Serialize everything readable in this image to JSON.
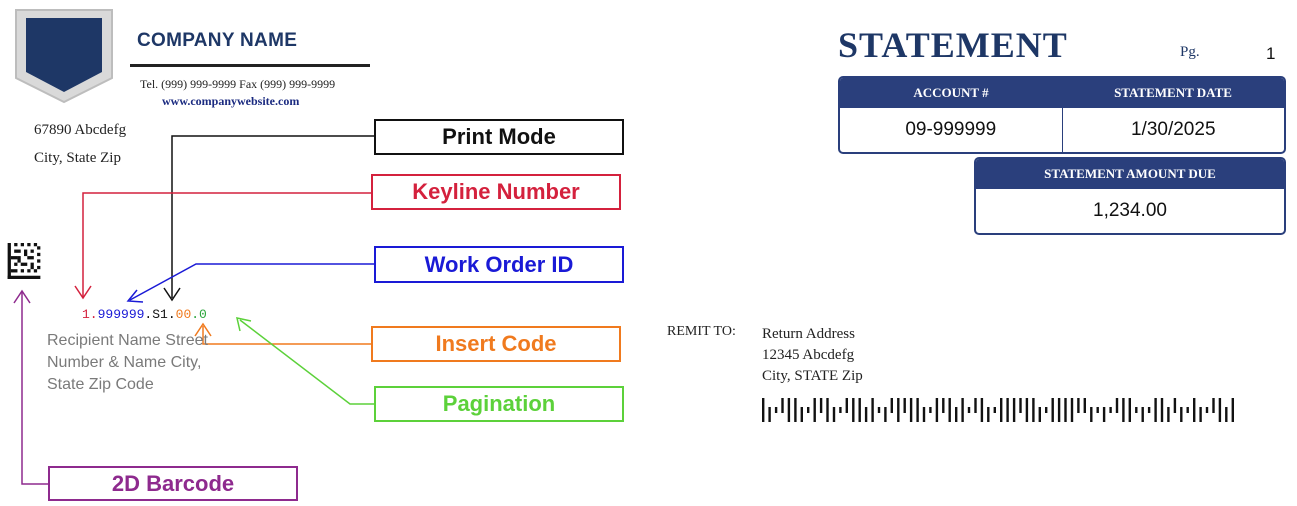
{
  "company": {
    "name": "COMPANY NAME",
    "phone_fax": "Tel. (999) 999-9999 Fax (999) 999-9999",
    "website": "www.companywebsite.com",
    "address_line1": "67890 Abcdefg",
    "address_line2": "City, State Zip",
    "logo_color": "#1e3766"
  },
  "callouts": {
    "print_mode": "Print Mode",
    "keyline_number": "Keyline Number",
    "work_order_id": "Work Order ID",
    "insert_code": "Insert Code",
    "pagination": "Pagination",
    "barcode_2d": "2D Barcode"
  },
  "callout_colors": {
    "print_mode": "#111111",
    "keyline_number": "#d4213d",
    "work_order_id": "#1a1ad6",
    "insert_code": "#f07a1e",
    "pagination": "#5cd13a",
    "barcode_2d": "#8e2a8e"
  },
  "keyline": {
    "keyline_number": "1.",
    "work_order_id": "999999",
    "print_mode": ".S1.",
    "insert_code": "00",
    "pagination": ".0"
  },
  "recipient": {
    "line1": "Recipient Name Street",
    "line2": "Number & Name City,",
    "line3": "State Zip Code"
  },
  "statement": {
    "title": "STATEMENT",
    "page_label": "Pg.",
    "page_number": "1",
    "account_label": "ACCOUNT #",
    "account_value": "09-999999",
    "date_label": "STATEMENT DATE",
    "date_value": "1/30/2025",
    "amount_label": "STATEMENT AMOUNT DUE",
    "amount_value": "1,234.00"
  },
  "remit": {
    "label": "REMIT TO:",
    "line1": "Return Address",
    "line2": "12345 Abcdefg",
    "line3": "City, STATE Zip"
  }
}
